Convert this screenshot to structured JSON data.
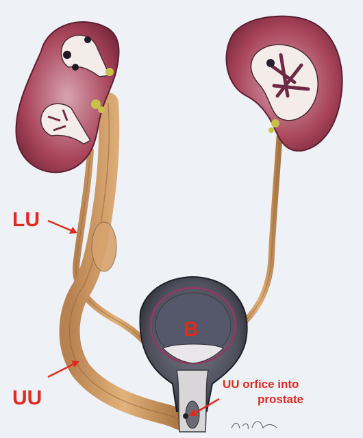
{
  "labels": {
    "lu": "LU",
    "uu": "UU",
    "bladder": "B",
    "orifice_line1": "UU orfice into",
    "orifice_line2": "prostate"
  },
  "signature": "Ana Philim",
  "colors": {
    "background": "#eef1f6",
    "label": "#e02a1f",
    "kidney_cortex": "#a8445a",
    "kidney_medulla": "#6e2a45",
    "ureter": "#d7a46f",
    "ureter_dark": "#8a6540",
    "bladder_wall": "#4a4a55",
    "bladder_lumen": "#5d5f6a",
    "adrenal": "#c7c34a"
  }
}
